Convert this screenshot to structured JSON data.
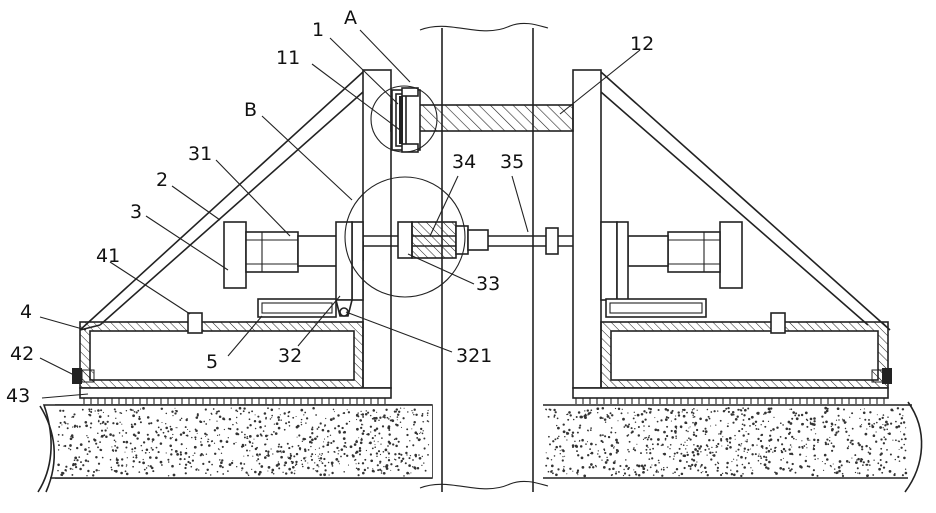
{
  "labels": {
    "A": "A",
    "B": "B",
    "n1": "1",
    "n11": "11",
    "n12": "12",
    "n2": "2",
    "n3": "3",
    "n31": "31",
    "n32": "32",
    "n321": "321",
    "n33": "33",
    "n34": "34",
    "n35": "35",
    "n4": "4",
    "n41": "41",
    "n42": "42",
    "n43": "43",
    "n5": "5"
  },
  "colors": {
    "line": "#222222",
    "background": "#ffffff",
    "text": "#111111"
  }
}
